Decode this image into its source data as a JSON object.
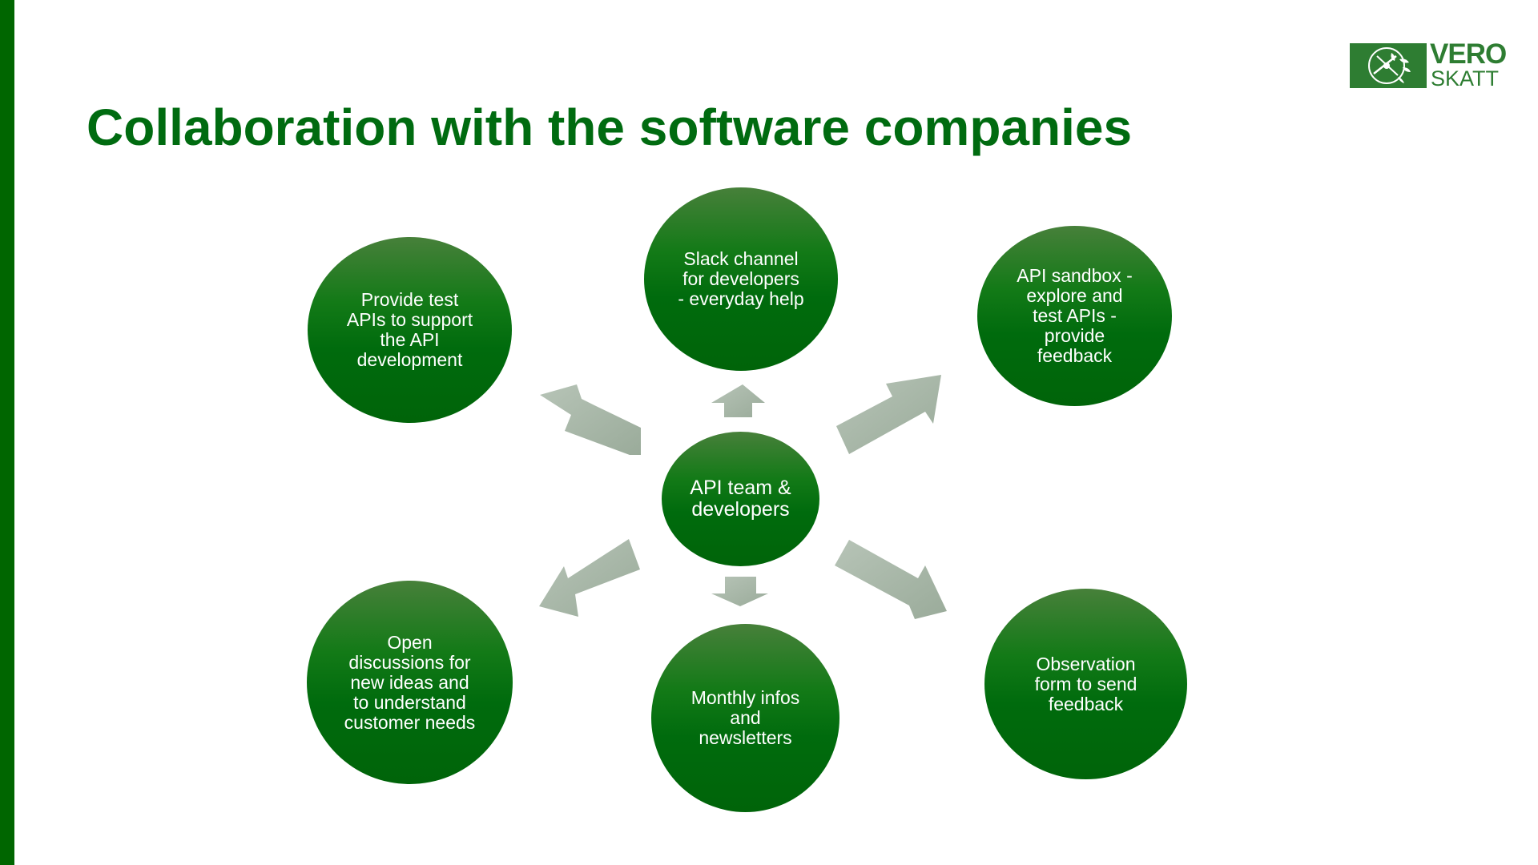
{
  "slide": {
    "title": "Collaboration with the software companies"
  },
  "logo": {
    "word1": "VERO",
    "word2": "SKATT",
    "emblem": "vero-emblem-icon"
  },
  "diagram": {
    "center": {
      "label": "API team & developers"
    },
    "nodes": [
      {
        "id": "slack",
        "lines": [
          "Slack channel",
          "for developers",
          "- everyday help"
        ]
      },
      {
        "id": "test-apis",
        "lines": [
          "Provide test",
          "APIs to support",
          "the API",
          "development"
        ]
      },
      {
        "id": "sandbox",
        "lines": [
          "API sandbox -",
          "explore and",
          "test APIs -",
          "provide",
          "feedback"
        ]
      },
      {
        "id": "discussions",
        "lines": [
          "Open",
          "discussions for",
          "new ideas and",
          "to understand",
          "customer needs"
        ]
      },
      {
        "id": "monthly",
        "lines": [
          "Monthly infos",
          "and",
          "newsletters"
        ]
      },
      {
        "id": "observation",
        "lines": [
          "Observation",
          "form to send",
          "feedback"
        ]
      }
    ]
  },
  "colors": {
    "brand_green": "#006600",
    "title_green": "#006b10",
    "node_green": "#006b0d",
    "arrow_gray": "#a7b5a7"
  }
}
